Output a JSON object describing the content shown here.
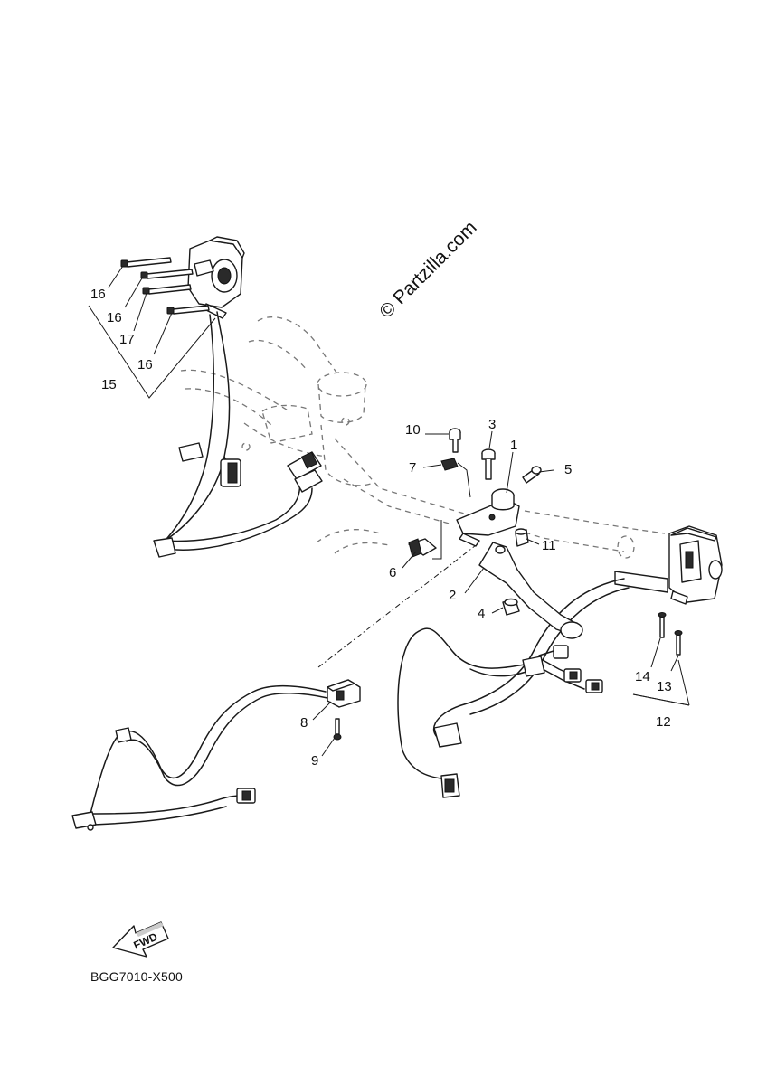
{
  "watermark": "© Partzilla.com",
  "diagram_code": "BGG7010-X500",
  "fwd_label": "FWD",
  "callouts": {
    "c1": "1",
    "c2": "2",
    "c3": "3",
    "c4": "4",
    "c5": "5",
    "c6": "6",
    "c7": "7",
    "c8": "8",
    "c9": "9",
    "c10": "10",
    "c11": "11",
    "c12": "12",
    "c13": "13",
    "c14": "14",
    "c15": "15",
    "c16a": "16",
    "c16b": "16",
    "c16c": "16",
    "c17": "17"
  }
}
